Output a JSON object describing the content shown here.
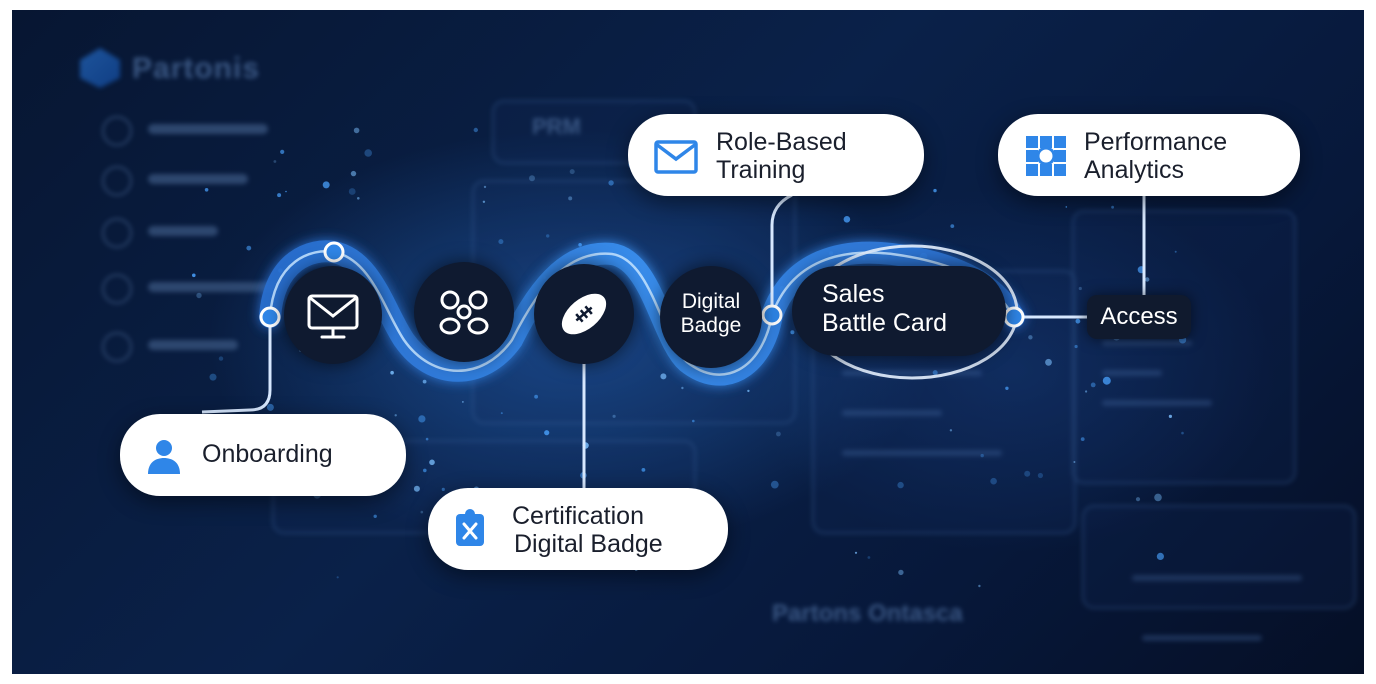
{
  "diagram": {
    "path_nodes": [
      {
        "id": "monitor",
        "icon": "envelope-monitor-icon"
      },
      {
        "id": "people",
        "icon": "people-shield-icon"
      },
      {
        "id": "rugby",
        "icon": "rugby-ball-icon"
      },
      {
        "id": "digital-badge",
        "label_line1": "Digital",
        "label_line2": "Badge"
      },
      {
        "id": "sales-battle-card",
        "label_line1": "Sales",
        "label_line2": "Battle Card"
      },
      {
        "id": "access",
        "label": "Access"
      }
    ],
    "callouts": {
      "onboarding": {
        "label": "Onboarding",
        "icon": "user-icon"
      },
      "certification": {
        "label_line1": "Certification",
        "label_line2": "Digital Badge",
        "icon": "badge-icon"
      },
      "role_training": {
        "label_line1": "Role-Based",
        "label_line2": "Training",
        "icon": "envelope-icon"
      },
      "performance": {
        "label_line1": "Performance",
        "label_line2": "Analytics",
        "icon": "analytics-grid-icon"
      }
    }
  },
  "background": {
    "logo_text": "Partonis",
    "header_text": "PRM",
    "footer_text": "Partons Ontasca"
  },
  "colors": {
    "accent": "#2f86e8",
    "path_glow": "#4aa3ff",
    "node_fill": "#0f1a30",
    "callout_fill": "#ffffff"
  }
}
